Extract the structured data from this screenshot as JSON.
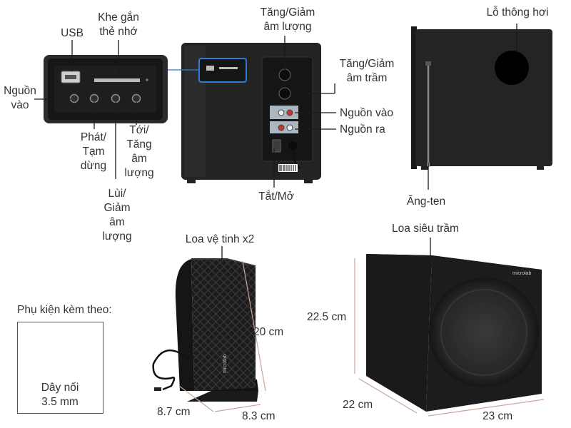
{
  "labels": {
    "usb": "USB",
    "card_slot": [
      "Khe gắn",
      "thẻ nhớ"
    ],
    "power_in_front": [
      "Nguồn",
      "vào"
    ],
    "play_pause": [
      "Phát/",
      "Tạm",
      "dừng"
    ],
    "prev_vol_down": [
      "Lùi/",
      "Giảm",
      "âm",
      "lượng"
    ],
    "next_vol_up": [
      "Tới/",
      "Tăng",
      "âm",
      "lượng"
    ],
    "volume": [
      "Tăng/Giảm",
      "âm lượng"
    ],
    "bass": [
      "Tăng/Giảm",
      "âm trầm"
    ],
    "input": "Nguồn vào",
    "output": "Nguồn ra",
    "power_switch": "Tắt/Mở",
    "vent": "Lỗ thông hơi",
    "antenna": "Ăng-ten",
    "satellite": "Loa vệ tinh x2",
    "subwoofer": "Loa siêu trầm",
    "accessories": "Phụ kiện kèm theo:",
    "cable": [
      "Dây nối",
      "3.5 mm"
    ]
  },
  "dimensions": {
    "satellite_height": "20 cm",
    "satellite_depth": "8.7 cm",
    "satellite_width": "8.3 cm",
    "sub_height": "22.5 cm",
    "sub_depth": "22 cm",
    "sub_width": "23 cm"
  },
  "brand": "microlab",
  "colors": {
    "text": "#333333",
    "line": "#1a1a1a",
    "dim_line": "#c8a89a",
    "device": "#262626"
  }
}
